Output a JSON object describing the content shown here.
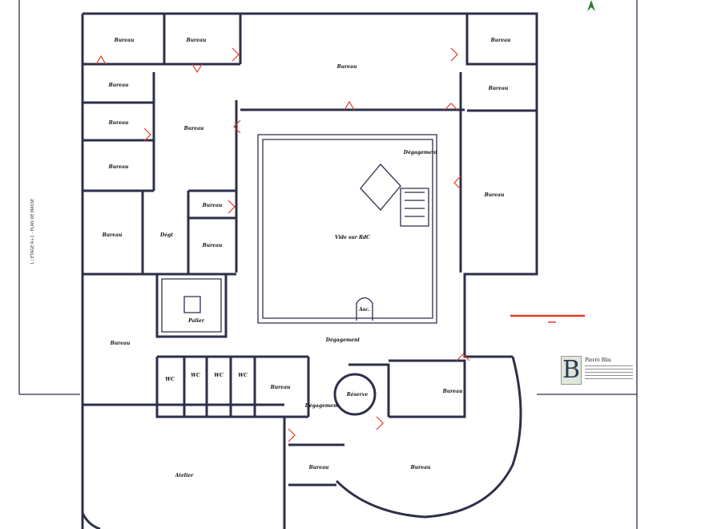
{
  "sheet": {
    "side_caption": "1 / ETAGE R+1 - PLAN DE MASSE",
    "scale_bar_color": "#e03a2a",
    "wall_color": "#2d2f4a",
    "dimension_color": "#e03a2a"
  },
  "logo": {
    "letter": "B",
    "name": "Pierre Blin"
  },
  "rooms": [
    "Bureau",
    "Bureau",
    "Bureau",
    "Bureau",
    "Bureau",
    "Bureau",
    "Bureau",
    "Bureau",
    "Bureau",
    "Dégagement",
    "Bureau",
    "Bureau",
    "Dégt",
    "Bureau",
    "Bureau",
    "Vide sur RdC",
    "Asc.",
    "Palier",
    "Dégagement",
    "Bureau",
    "WC",
    "WC",
    "WC",
    "WC",
    "Bureau",
    "Réserve",
    "Bureau",
    "Dégagement",
    "Atelier",
    "Bureau",
    "Bureau"
  ]
}
